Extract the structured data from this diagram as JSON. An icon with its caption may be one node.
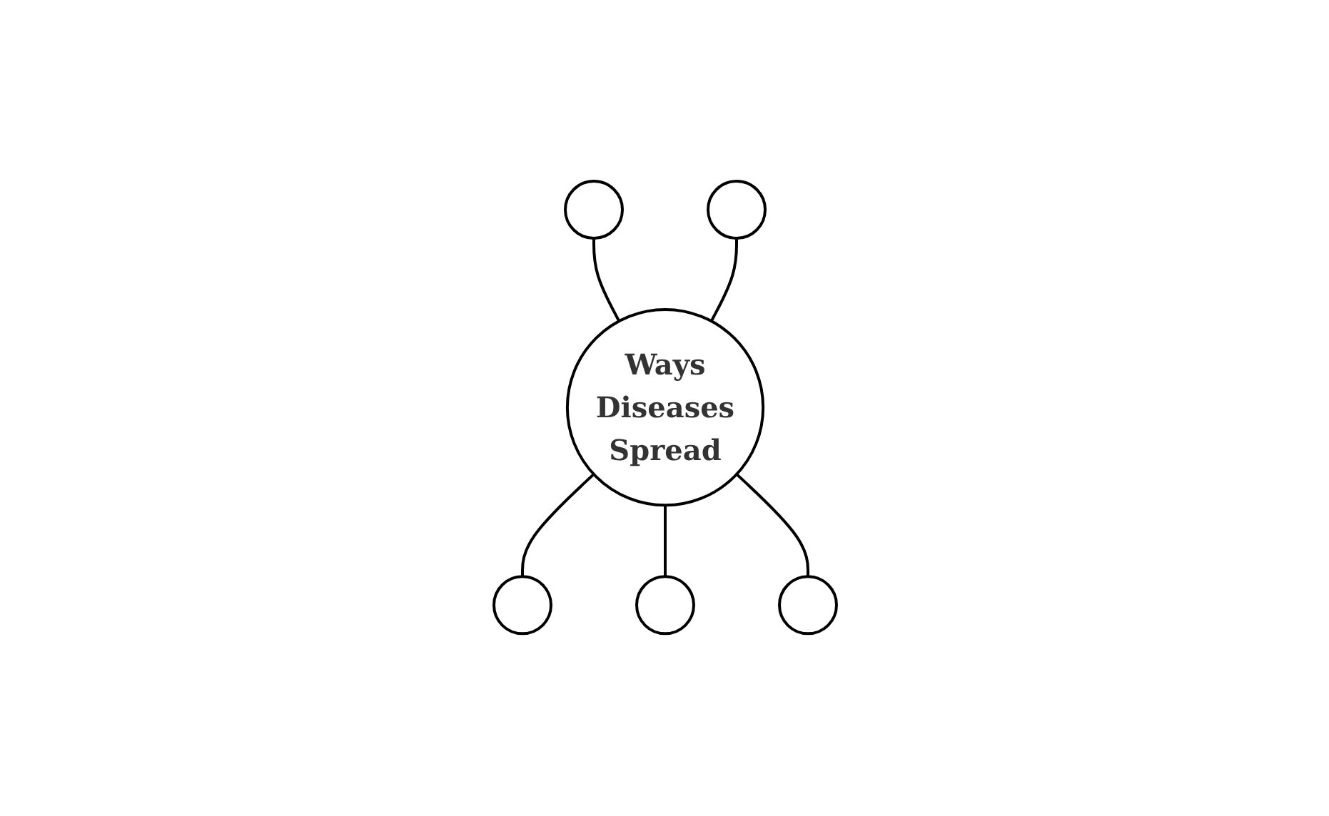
{
  "diagram": {
    "nodes": [
      {
        "text": [],
        "shape": "circle"
      },
      {
        "text": [],
        "shape": "circle"
      },
      {
        "text": [
          "Ways Diseases Spread"
        ]
      },
      {
        "text": [],
        "shape": "circle"
      },
      {
        "text": [],
        "shape": "circle"
      },
      {
        "text": [],
        "shape": "circle"
      }
    ],
    "edges": [
      {
        "from": 0,
        "to": 2,
        "arrow": "none"
      },
      {
        "from": 1,
        "to": 2,
        "arrow": "none"
      },
      {
        "from": 2,
        "to": 3,
        "arrow": "none"
      },
      {
        "from": 2,
        "to": 4,
        "arrow": "none"
      },
      {
        "from": 2,
        "to": 5,
        "arrow": "none"
      }
    ]
  }
}
